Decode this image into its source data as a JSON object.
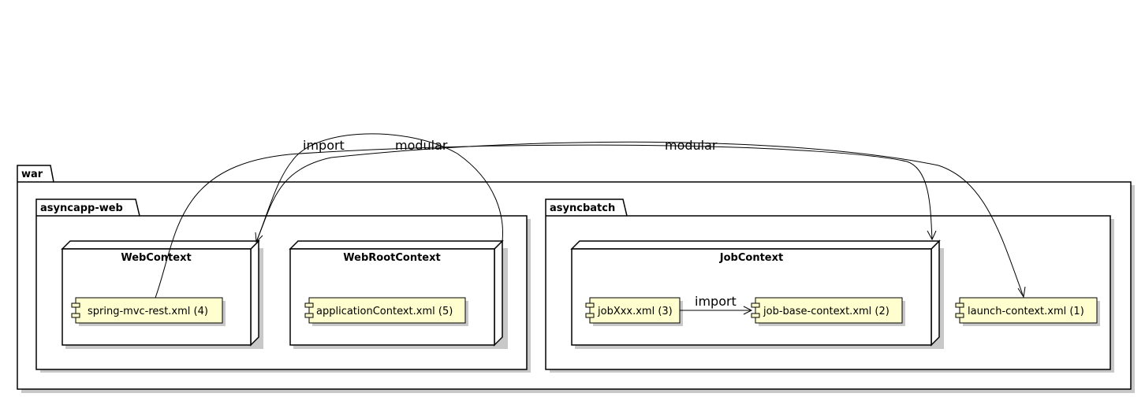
{
  "colors": {
    "component_fill": "#fefece",
    "border": "#000000",
    "shadow": "#c8c8c8",
    "background": "#ffffff"
  },
  "packages": {
    "war": "war",
    "web": "asyncapp-web",
    "batch": "asyncbatch"
  },
  "nodes": {
    "web_context": "WebContext",
    "web_root_context": "WebRootContext",
    "job_context": "JobContext"
  },
  "components": {
    "spring_mvc_rest": "spring-mvc-rest.xml (4)",
    "application_context": "applicationContext.xml (5)",
    "job_xxx": "jobXxx.xml (3)",
    "job_base_context": "job-base-context.xml (2)",
    "launch_context": "launch-context.xml (1)"
  },
  "edges": {
    "import_web": "import",
    "modular_web": "modular",
    "modular_batch": "modular",
    "import_batch": "import"
  }
}
